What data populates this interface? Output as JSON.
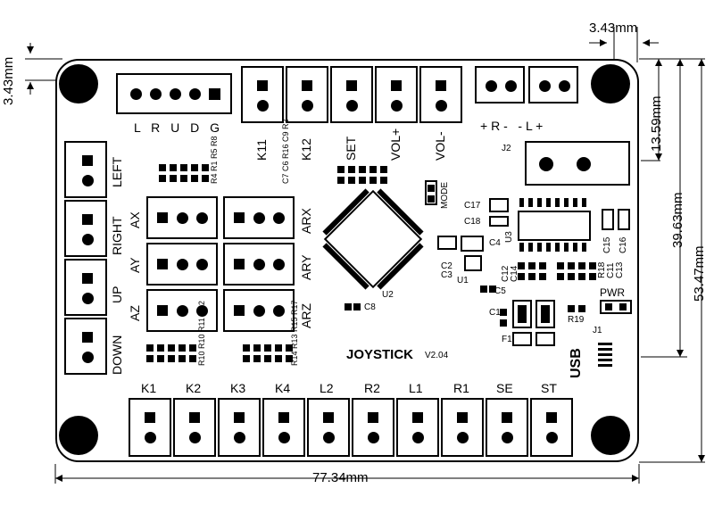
{
  "dimensions": {
    "top_right": "3.43mm",
    "top_left": "3.43mm",
    "right_1": "13.59mm",
    "right_2": "39.63mm",
    "right_3": "53.47mm",
    "bottom": "77.34mm"
  },
  "board": {
    "title": "JOYSTICK",
    "version": "V2.04",
    "usb": "USB"
  },
  "labels": {
    "lrudg": "L R U D G",
    "top_buttons": [
      "K11",
      "K12",
      "SET",
      "VOL+",
      "VOL-"
    ],
    "left_buttons": [
      "LEFT",
      "RIGHT",
      "UP",
      "DOWN"
    ],
    "axes_left": [
      "AX",
      "AY",
      "AZ"
    ],
    "axes_right": [
      "ARX",
      "ARY",
      "ARZ"
    ],
    "bottom_buttons": [
      "K1",
      "K2",
      "K3",
      "K4",
      "L2",
      "R2",
      "L1",
      "R1",
      "SE",
      "ST"
    ],
    "speaker": "+ R -   - L +",
    "mode": "MODE",
    "pwr": "PWR"
  },
  "components": {
    "r_top_left": "R4 R1 R5 R8",
    "r_top_mid": "C7 C6 R16 C9 R2",
    "r_bottom_left": "R10 R10 R11 R12",
    "r_bottom_mid": "R14 R13 R15 R17",
    "u2": "U2",
    "c8": "C8",
    "c17": "C17",
    "c18": "C18",
    "c4": "C4",
    "c2": "C2",
    "c3": "C3",
    "u1": "U1",
    "c5": "C5",
    "u3": "U3",
    "j2": "J2",
    "c12": "C12",
    "c14": "C14",
    "c15": "C15",
    "c16": "C16",
    "r18": "R18",
    "c11": "C11",
    "c13": "C13",
    "c1": "C1",
    "f1": "F1",
    "r19": "R19",
    "j1": "J1"
  }
}
